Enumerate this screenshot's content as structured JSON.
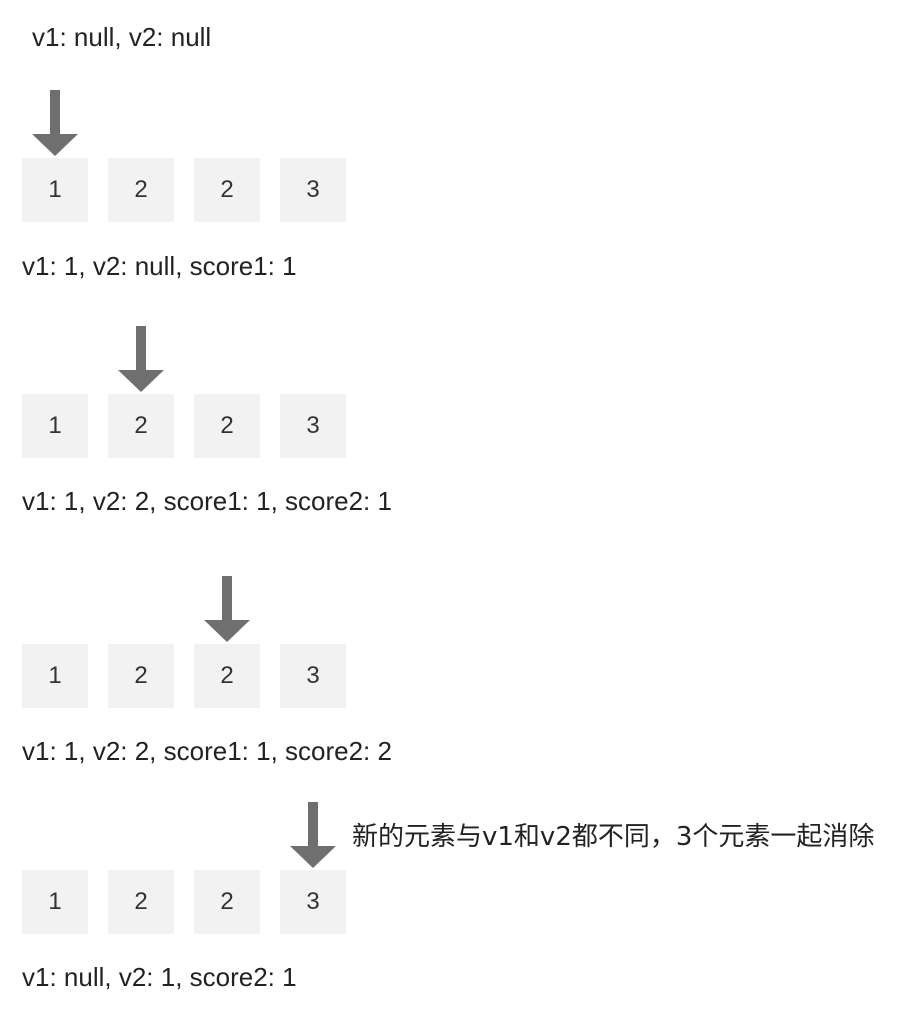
{
  "initial_caption": "v1: null, v2: null",
  "steps": [
    {
      "cells": [
        "1",
        "2",
        "2",
        "3"
      ],
      "pointer_index": 0,
      "caption": "v1: 1, v2: null, score1: 1"
    },
    {
      "cells": [
        "1",
        "2",
        "2",
        "3"
      ],
      "pointer_index": 1,
      "caption": "v1: 1, v2: 2, score1: 1, score2: 1"
    },
    {
      "cells": [
        "1",
        "2",
        "2",
        "3"
      ],
      "pointer_index": 2,
      "caption": "v1: 1, v2: 2, score1: 1, score2: 2"
    },
    {
      "cells": [
        "1",
        "2",
        "2",
        "3"
      ],
      "pointer_index": 3,
      "note": "新的元素与v1和v2都不同，3个元素一起消除",
      "caption": "v1: null, v2: 1, score2: 1"
    }
  ],
  "colors": {
    "arrow": "#6f6f6f",
    "cell_bg": "#f2f2f2",
    "text": "#222222"
  },
  "icons": {
    "pointer": "down-arrow-icon"
  }
}
